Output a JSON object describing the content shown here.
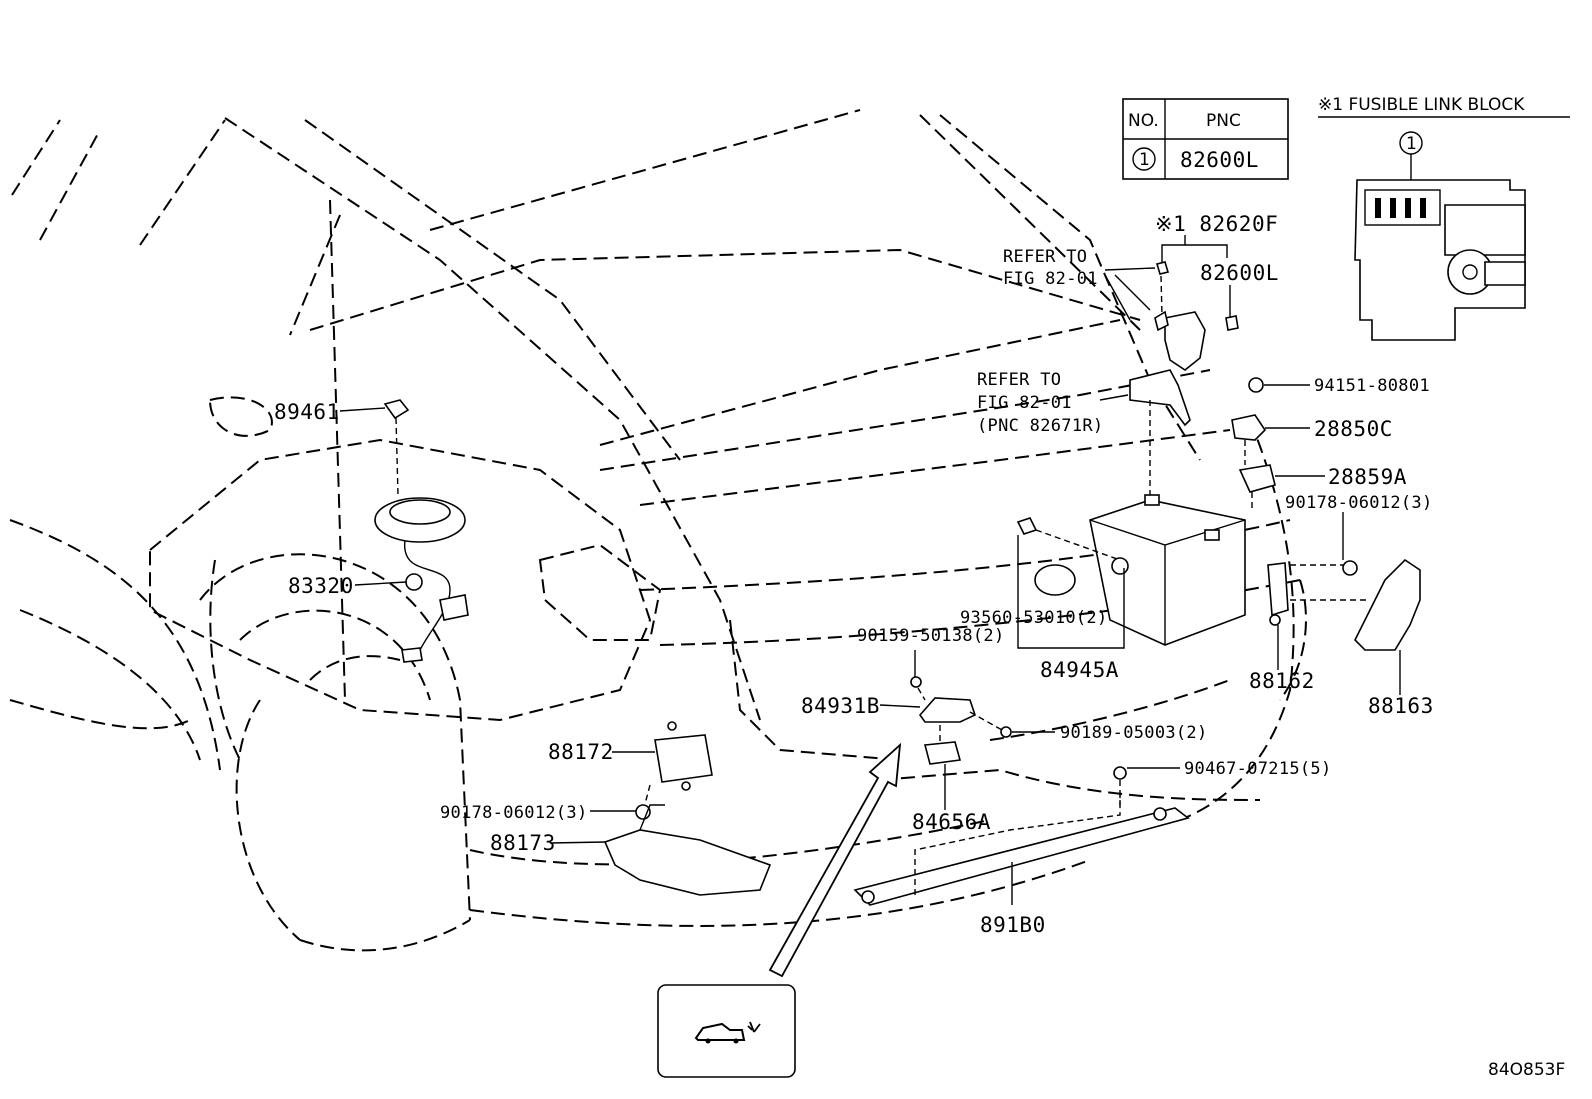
{
  "legend_table": {
    "col_no": "NO.",
    "col_pnc": "PNC",
    "rows": [
      {
        "no": "1",
        "pnc": "82600L"
      }
    ]
  },
  "inset": {
    "title": "※1 FUSIBLE LINK BLOCK",
    "callout": "1"
  },
  "labels": {
    "p82620F": "※1 82620F",
    "p82600L": "82600L",
    "refer1_line1": "REFER TO",
    "refer1_line2": "FIG 82-01",
    "refer2_line1": "REFER TO",
    "refer2_line2": "FIG 82-01",
    "refer2_line3": "(PNC 82671R)",
    "p94151": "94151-80801",
    "p28850C": "28850C",
    "p28859A": "28859A",
    "p90178_r": "90178-06012(3)",
    "p89461": "89461",
    "p83320": "83320",
    "p93560": "93560-53010(2)",
    "p84945A": "84945A",
    "p90159": "90159-50138(2)",
    "p84931B": "84931B",
    "p90189": "90189-05003(2)",
    "p88162": "88162",
    "p88163": "88163",
    "p88172": "88172",
    "p90467": "90467-07215(5)",
    "p90178_l": "90178-06012(3)",
    "p84656A": "84656A",
    "p88173": "88173",
    "p891B0": "891B0"
  },
  "figure_id": "84O853F",
  "icons": {
    "trunk_switch": "car-trunk-open-icon"
  }
}
